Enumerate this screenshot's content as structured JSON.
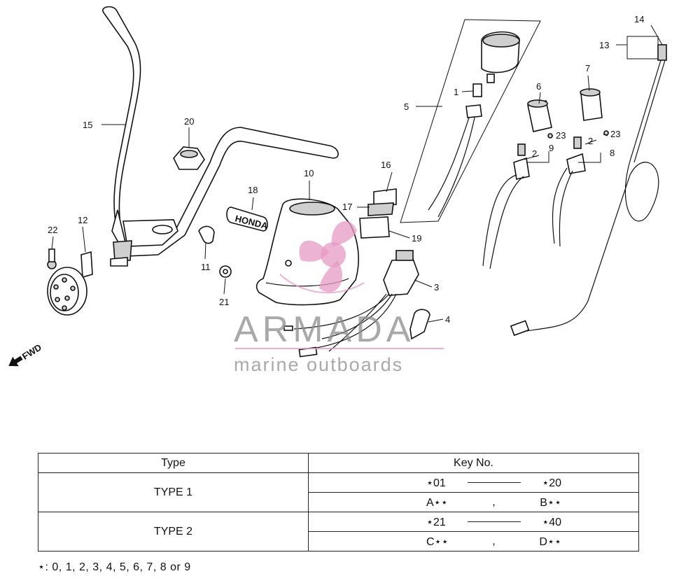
{
  "callouts": {
    "n1": "1",
    "n2a": "2",
    "n2b": "2",
    "n3": "3",
    "n4": "4",
    "n5": "5",
    "n6": "6",
    "n7": "7",
    "n8": "8",
    "n9": "9",
    "n10": "10",
    "n11": "11",
    "n12": "12",
    "n13": "13",
    "n14": "14",
    "n15": "15",
    "n16": "16",
    "n17": "17",
    "n18": "18",
    "n19": "19",
    "n20": "20",
    "n21": "21",
    "n22": "22",
    "n23a": "23",
    "n23b": "23"
  },
  "emblem_text": "HONDA",
  "fwd_label": "FWD",
  "watermark": {
    "title": "ARMADA",
    "subtitle": "marine outboards",
    "color_pink": "#e79ac4",
    "color_gray": "#8c8c8c"
  },
  "table": {
    "col_type": "Type",
    "col_key": "Key No.",
    "rows": [
      {
        "type": "TYPE  1",
        "range_from": "⋆01",
        "range_to": "⋆20",
        "alt_a": "A⋆⋆",
        "sep": ",",
        "alt_b": "B⋆⋆"
      },
      {
        "type": "TYPE  2",
        "range_from": "⋆21",
        "range_to": "⋆40",
        "alt_a": "C⋆⋆",
        "sep": ",",
        "alt_b": "D⋆⋆"
      }
    ]
  },
  "footnote": "⋆: 0, 1, 2, 3, 4, 5, 6, 7, 8 or 9"
}
